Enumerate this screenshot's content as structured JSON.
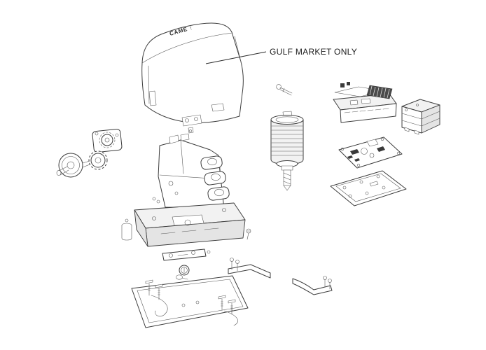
{
  "page": {
    "background": "#ffffff"
  },
  "annotation": {
    "gulf_label": "GULF MARKET ONLY"
  },
  "brand": {
    "logo": "CAME",
    "logo_mark": "↑"
  },
  "palette": {
    "line": "#3c3c3c",
    "line_light": "#5a5a5a",
    "fill": "#ffffff",
    "shade": "#f2f2f2",
    "shade_dark": "#e4e4e4",
    "component_dark": "#4a4a4a",
    "text": "#1c1c1c"
  },
  "parts": [
    {
      "id": "cover-part",
      "label": "plastic cover housing (Gulf market)"
    },
    {
      "id": "cover-bracket-part",
      "label": "cover fixing bracket with screws"
    },
    {
      "id": "motor-part",
      "label": "electric motor with worm shaft"
    },
    {
      "id": "motor-key-part",
      "label": "shaft key pin"
    },
    {
      "id": "limit-knob-part",
      "label": "limit switch knob and shaft"
    },
    {
      "id": "limit-gear-part",
      "label": "limit switch gear wheel"
    },
    {
      "id": "gear-unit-part",
      "label": "limit switch gear unit"
    },
    {
      "id": "gearbox-part",
      "label": "gearmotor housing assembly"
    },
    {
      "id": "gearbox-base-part",
      "label": "gearbox base slab"
    },
    {
      "id": "grease-cartridge-part",
      "label": "small cylinder fitting"
    },
    {
      "id": "release-plate-part",
      "label": "release cover plate"
    },
    {
      "id": "lock-cylinder-part",
      "label": "release lock cylinder with key"
    },
    {
      "id": "base-plate-part",
      "label": "foundation base plate"
    },
    {
      "id": "anchor-bolt-left-part",
      "label": "anchor bolt set left"
    },
    {
      "id": "anchor-bolt-right-part",
      "label": "anchor bolt set right"
    },
    {
      "id": "bracket-center-part",
      "label": "limit stop bracket A"
    },
    {
      "id": "bracket-right-part",
      "label": "limit stop bracket B"
    },
    {
      "id": "control-enclosure-part",
      "label": "control unit enclosure"
    },
    {
      "id": "heat-sink-part",
      "label": "heat sink"
    },
    {
      "id": "transformer-part",
      "label": "transformer"
    },
    {
      "id": "circuit-board-part",
      "label": "control circuit board"
    },
    {
      "id": "mounting-tray-part",
      "label": "board mounting tray"
    },
    {
      "id": "screw-part",
      "label": "fixing screw"
    }
  ]
}
